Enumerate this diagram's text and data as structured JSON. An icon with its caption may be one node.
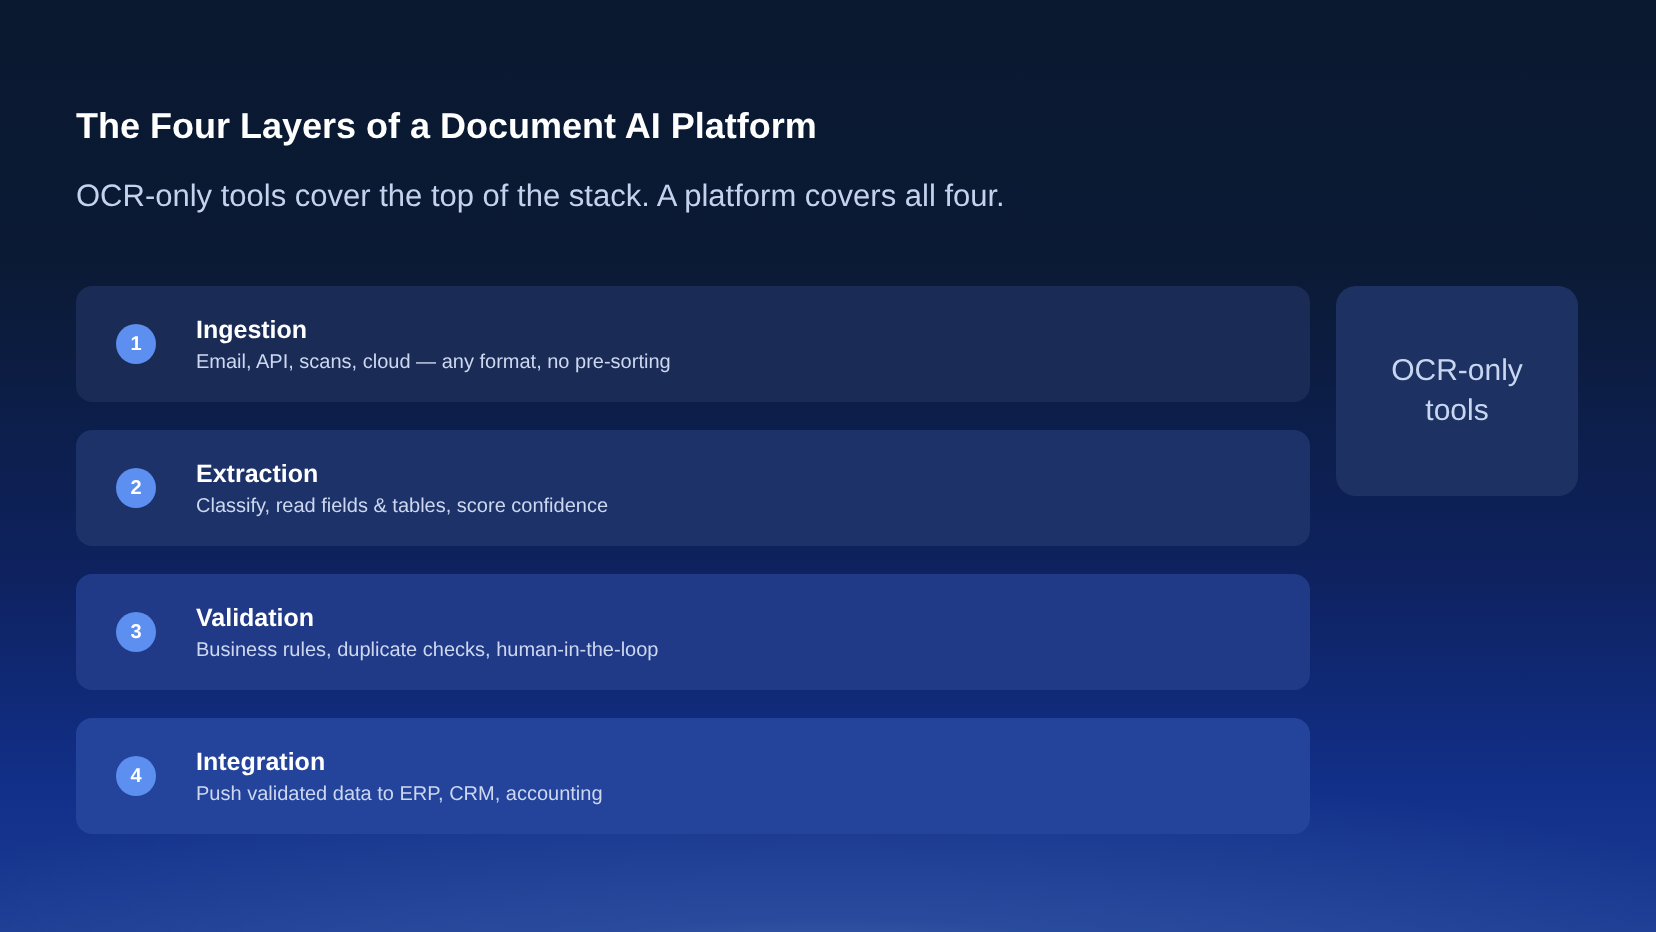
{
  "diagram": {
    "title": "The Four Layers of a Document AI Platform",
    "caption": "OCR-only tools cover the top of the stack. A platform covers all four.",
    "nodes": [
      {
        "text": [
          "Ingestion",
          "Email, API, scans, cloud — any format, no pre-sorting"
        ]
      },
      {
        "text": [
          "1"
        ],
        "in": 0
      },
      {
        "text": [
          "Extraction",
          "Classify, read fields & tables, score confidence"
        ]
      },
      {
        "text": [
          "2"
        ],
        "in": 2
      },
      {
        "text": [
          "Validation",
          "Business rules, duplicate checks, human-in-the-loop"
        ]
      },
      {
        "text": [
          "3"
        ],
        "in": 4
      },
      {
        "text": [
          "Integration",
          "Push validated data to ERP, CRM, accounting"
        ]
      },
      {
        "text": [
          "4"
        ],
        "in": 6
      },
      {
        "text": [
          "OCR-only tools"
        ]
      }
    ]
  }
}
